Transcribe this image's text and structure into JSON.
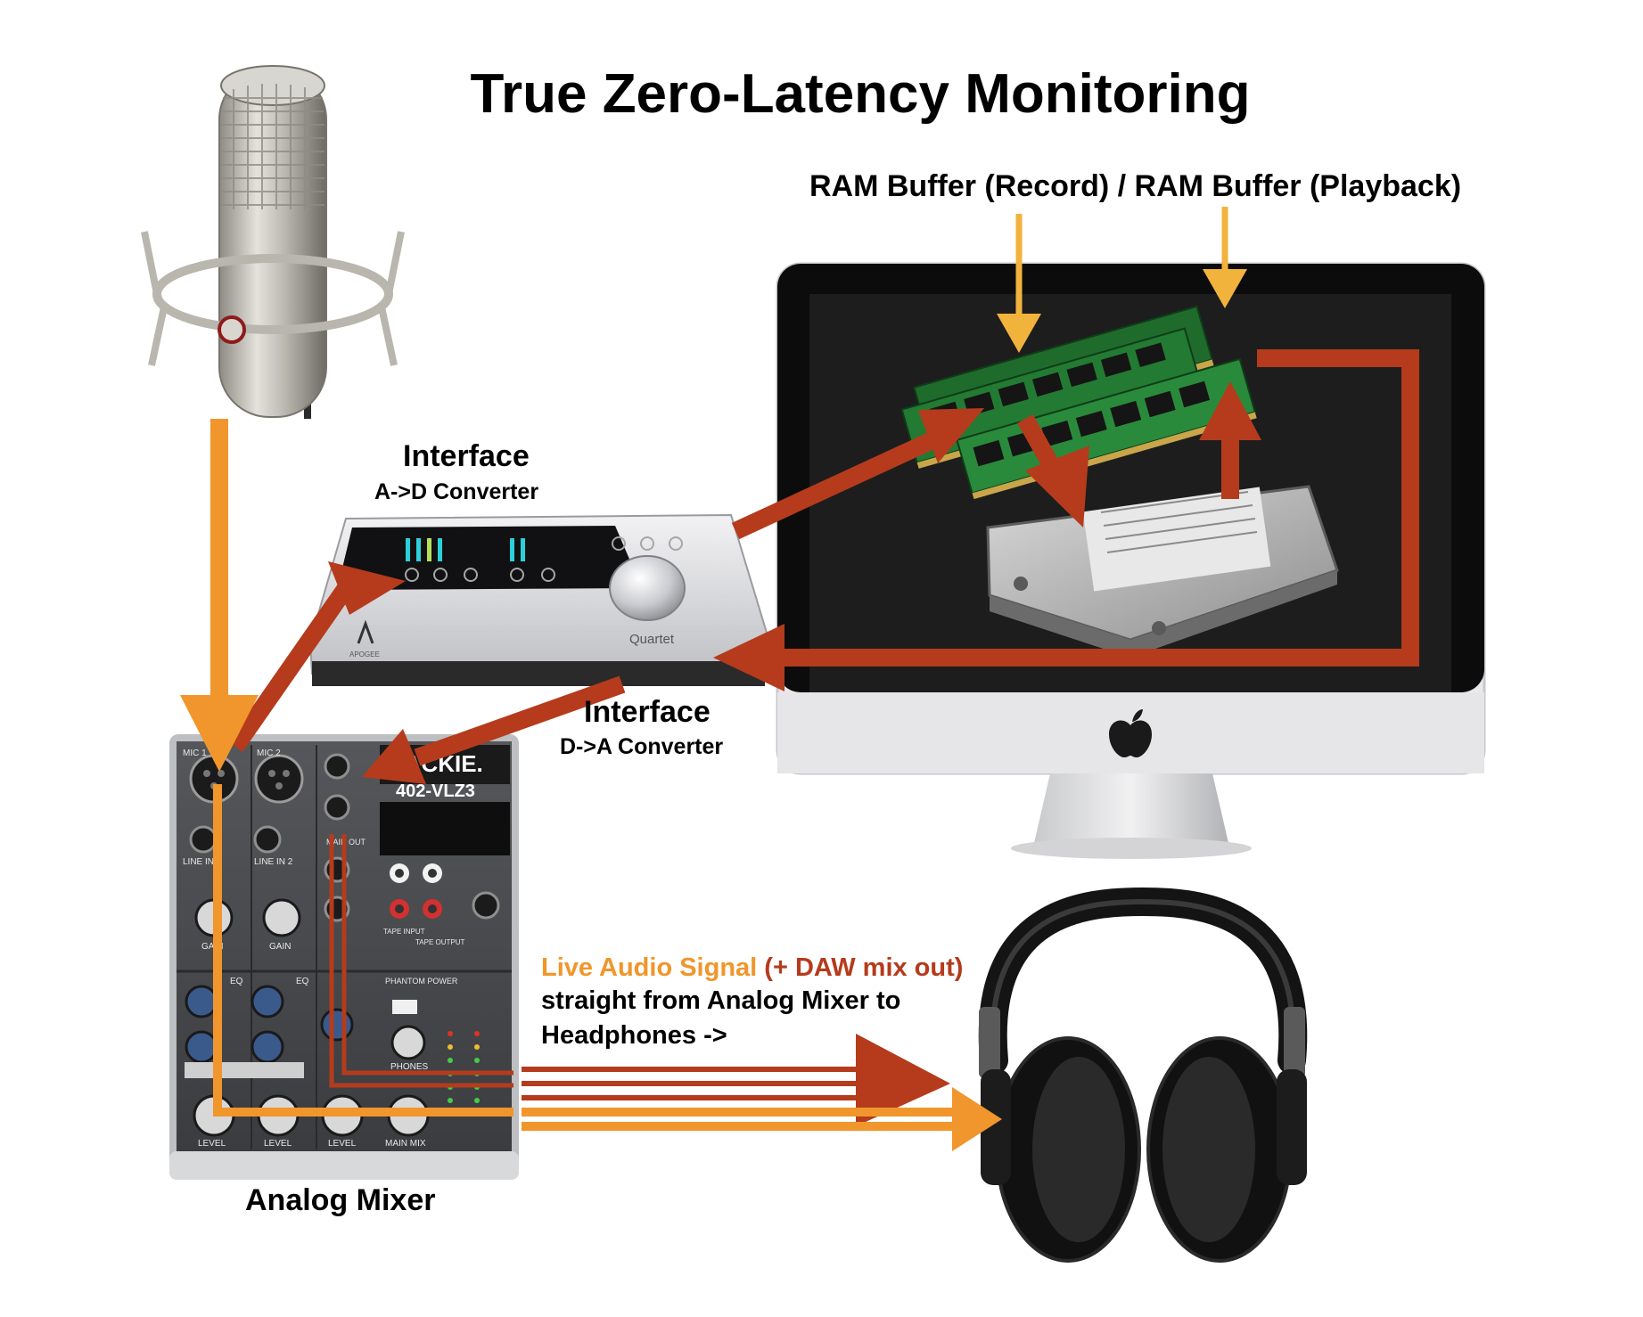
{
  "title": "True Zero-Latency Monitoring",
  "ram_label": "RAM Buffer (Record) / RAM Buffer (Playback)",
  "interface_adc": {
    "title": "Interface",
    "subtitle": "A->D Converter"
  },
  "interface_dac": {
    "title": "Interface",
    "subtitle": "D->A Converter"
  },
  "mixer_label": "Analog Mixer",
  "live_signal": {
    "part1": "Live Audio Signal",
    "part2": " (+ DAW mix out)",
    "line2": "straight from Analog Mixer to",
    "line3": "Headphones ->"
  },
  "device_text": {
    "interface_brand": "Quartet",
    "interface_maker": "APOGEE",
    "mixer_brand": "MACKIE.",
    "mixer_model": "402-VLZ3",
    "mixer_labels": [
      "MIC 1",
      "MIC 2",
      "LINE IN 1",
      "LINE IN 2",
      "GAIN",
      "GAIN",
      "EQ",
      "EQ",
      "LEVEL",
      "LEVEL",
      "LEVEL",
      "MAIN MIX",
      "PHONES",
      "TAPE INPUT",
      "TAPE OUTPUT",
      "PHANTOM POWER",
      "MAIN OUT"
    ]
  },
  "colors": {
    "live_signal": "#f0962c",
    "daw_signal": "#b53b1c",
    "ram_arrow": "#f2b33d",
    "screen": "#1e1e1e",
    "monitor_frame": "#e6e6e8"
  },
  "icons": {
    "microphone": "microphone-icon",
    "interface": "audio-interface-icon",
    "computer": "imac-icon",
    "ram": "ram-module-icon",
    "disk": "hard-drive-icon",
    "mixer": "analog-mixer-icon",
    "headphones": "headphones-icon",
    "apple": "apple-logo-icon"
  }
}
